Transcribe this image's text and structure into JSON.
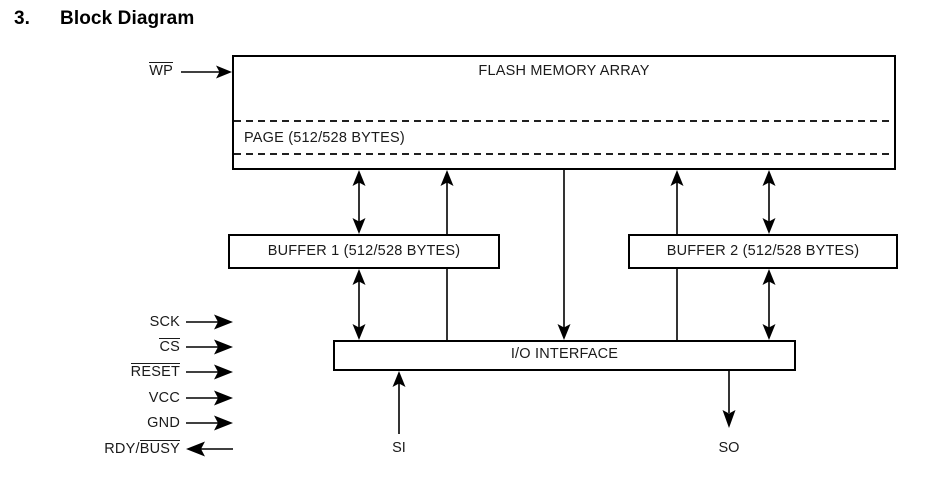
{
  "heading": {
    "number": "3.",
    "title": "Block Diagram"
  },
  "blocks": {
    "flash": {
      "label": "FLASH MEMORY ARRAY",
      "page_label": "PAGE (512/528 BYTES)"
    },
    "buffer1": {
      "label": "BUFFER 1 (512/528 BYTES)"
    },
    "buffer2": {
      "label": "BUFFER 2 (512/528 BYTES)"
    },
    "io": {
      "label": "I/O INTERFACE"
    }
  },
  "pins": {
    "wp": {
      "label": "WP",
      "overline": "WP",
      "direction": "in"
    },
    "left": [
      {
        "label": "SCK",
        "overline": "",
        "prefix": "SCK",
        "direction": "in"
      },
      {
        "label": "CS",
        "overline": "CS",
        "prefix": "",
        "direction": "in"
      },
      {
        "label": "RESET",
        "overline": "RESET",
        "prefix": "",
        "direction": "in"
      },
      {
        "label": "VCC",
        "overline": "",
        "prefix": "VCC",
        "direction": "in"
      },
      {
        "label": "GND",
        "overline": "",
        "prefix": "GND",
        "direction": "in"
      },
      {
        "label": "RDY/BUSY",
        "overline": "BUSY",
        "prefix": "RDY/",
        "direction": "out"
      }
    ],
    "si": {
      "label": "SI",
      "direction": "in"
    },
    "so": {
      "label": "SO",
      "direction": "out"
    }
  },
  "colors": {
    "stroke": "#000000",
    "text": "#1a1a1a",
    "background": "#ffffff"
  }
}
